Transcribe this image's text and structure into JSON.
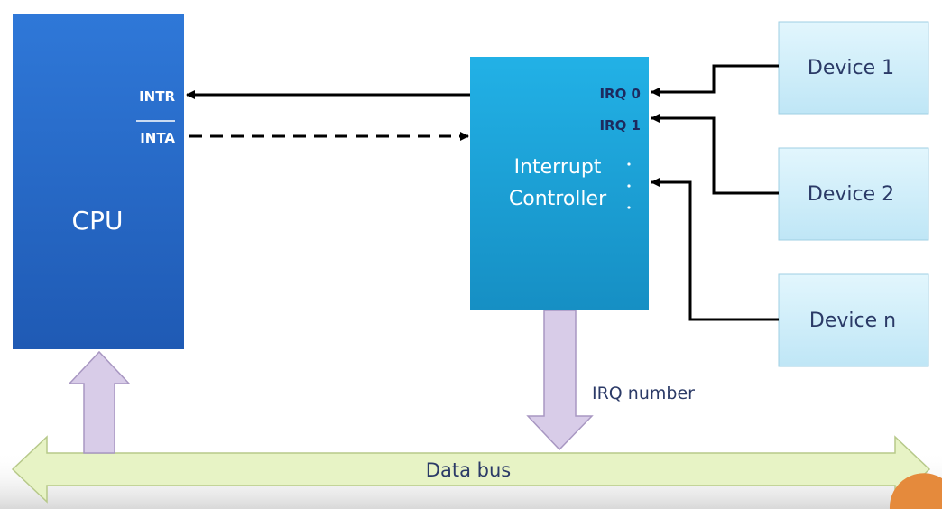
{
  "cpu": {
    "label": "CPU",
    "pin_intr": "INTR",
    "pin_inta": "INTA"
  },
  "controller": {
    "label_line1": "Interrupt",
    "label_line2": "Controller",
    "irq0": "IRQ 0",
    "irq1": "IRQ 1"
  },
  "devices": [
    "Device 1",
    "Device 2",
    "Device n"
  ],
  "irq_number_label": "IRQ number",
  "data_bus_label": "Data bus",
  "colors": {
    "cpu": "#2a6fce",
    "controller": "#1ea3d8",
    "device_fill": "#cdeefa",
    "bus_fill": "#e7f3c5",
    "bus_arrow_fill": "#d8cce8",
    "text_dark": "#2b3a67"
  }
}
